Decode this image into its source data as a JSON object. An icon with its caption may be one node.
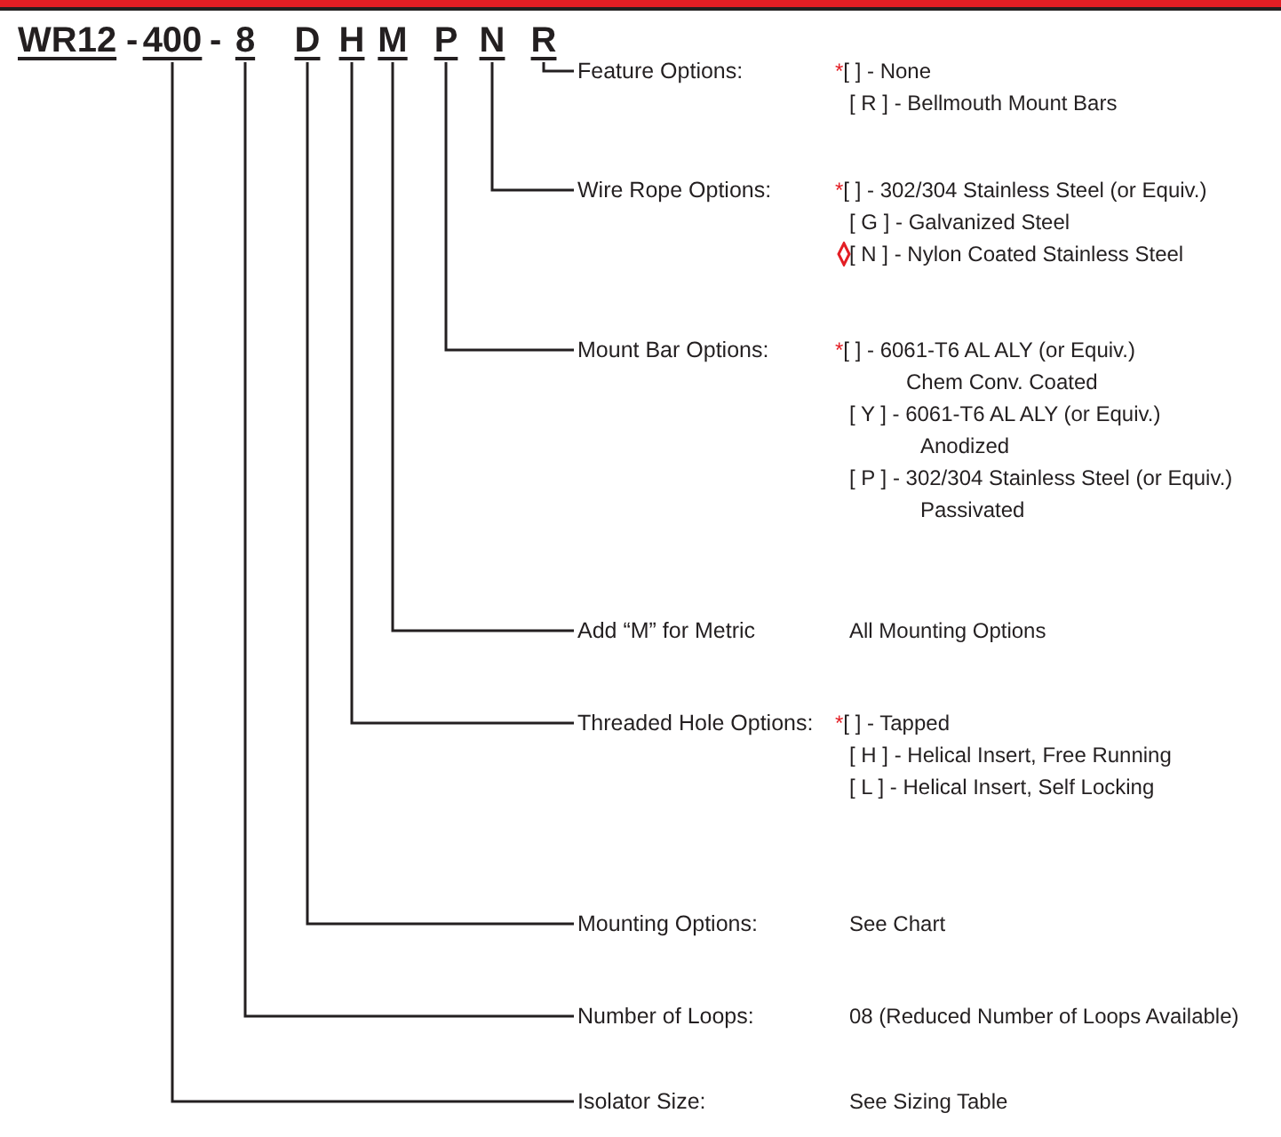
{
  "diagram": {
    "nodes": [
      {
        "text": [
          "400"
        ]
      },
      {
        "text": [
          "8"
        ]
      },
      {
        "text": [
          "D"
        ]
      },
      {
        "text": [
          "H"
        ]
      },
      {
        "text": [
          "M"
        ]
      },
      {
        "text": [
          "P"
        ]
      },
      {
        "text": [
          "N"
        ]
      },
      {
        "text": [
          "R"
        ]
      },
      {
        "text": [
          "Feature Options:",
          "*[ ] - None",
          "[ R ] - Bellmouth Mount Bars"
        ]
      },
      {
        "text": [
          "Wire Rope Options:",
          "*[ ] - 302/304 Stainless Steel (or Equiv.)",
          "[ G ] - Galvanized Steel",
          "[ N ] - Nylon Coated Stainless Steel"
        ]
      },
      {
        "text": [
          "Mount Bar Options:",
          "*[ ] - 6061-T6 AL ALY (or Equiv.) Chem Conv. Coated",
          "[ Y ] - 6061-T6 AL ALY (or Equiv.) Anodized",
          "[ P ] - 302/304 Stainless Steel (or Equiv.) Passivated"
        ]
      },
      {
        "text": [
          "Add “M” for Metric",
          "All Mounting Options"
        ]
      },
      {
        "text": [
          "Threaded Hole Options:",
          "*[ ] - Tapped",
          "[ H ] - Helical Insert, Free Running",
          "[ L ] - Helical Insert, Self Locking"
        ]
      },
      {
        "text": [
          "Mounting Options:",
          "See Chart"
        ]
      },
      {
        "text": [
          "Number of Loops:",
          "08 (Reduced Number of Loops Available)"
        ]
      },
      {
        "text": [
          "Isolator Size:",
          "See Sizing Table"
        ]
      }
    ],
    "edges": [
      {
        "from": 7,
        "to": 8,
        "arrow": "none"
      },
      {
        "from": 6,
        "to": 9,
        "arrow": "none"
      },
      {
        "from": 5,
        "to": 10,
        "arrow": "none"
      },
      {
        "from": 4,
        "to": 11,
        "arrow": "none"
      },
      {
        "from": 3,
        "to": 12,
        "arrow": "none"
      },
      {
        "from": 2,
        "to": 13,
        "arrow": "none"
      },
      {
        "from": 1,
        "to": 14,
        "arrow": "none"
      },
      {
        "from": 0,
        "to": 15,
        "arrow": "none"
      }
    ],
    "labels": [
      "WR12",
      "-",
      "-"
    ]
  }
}
